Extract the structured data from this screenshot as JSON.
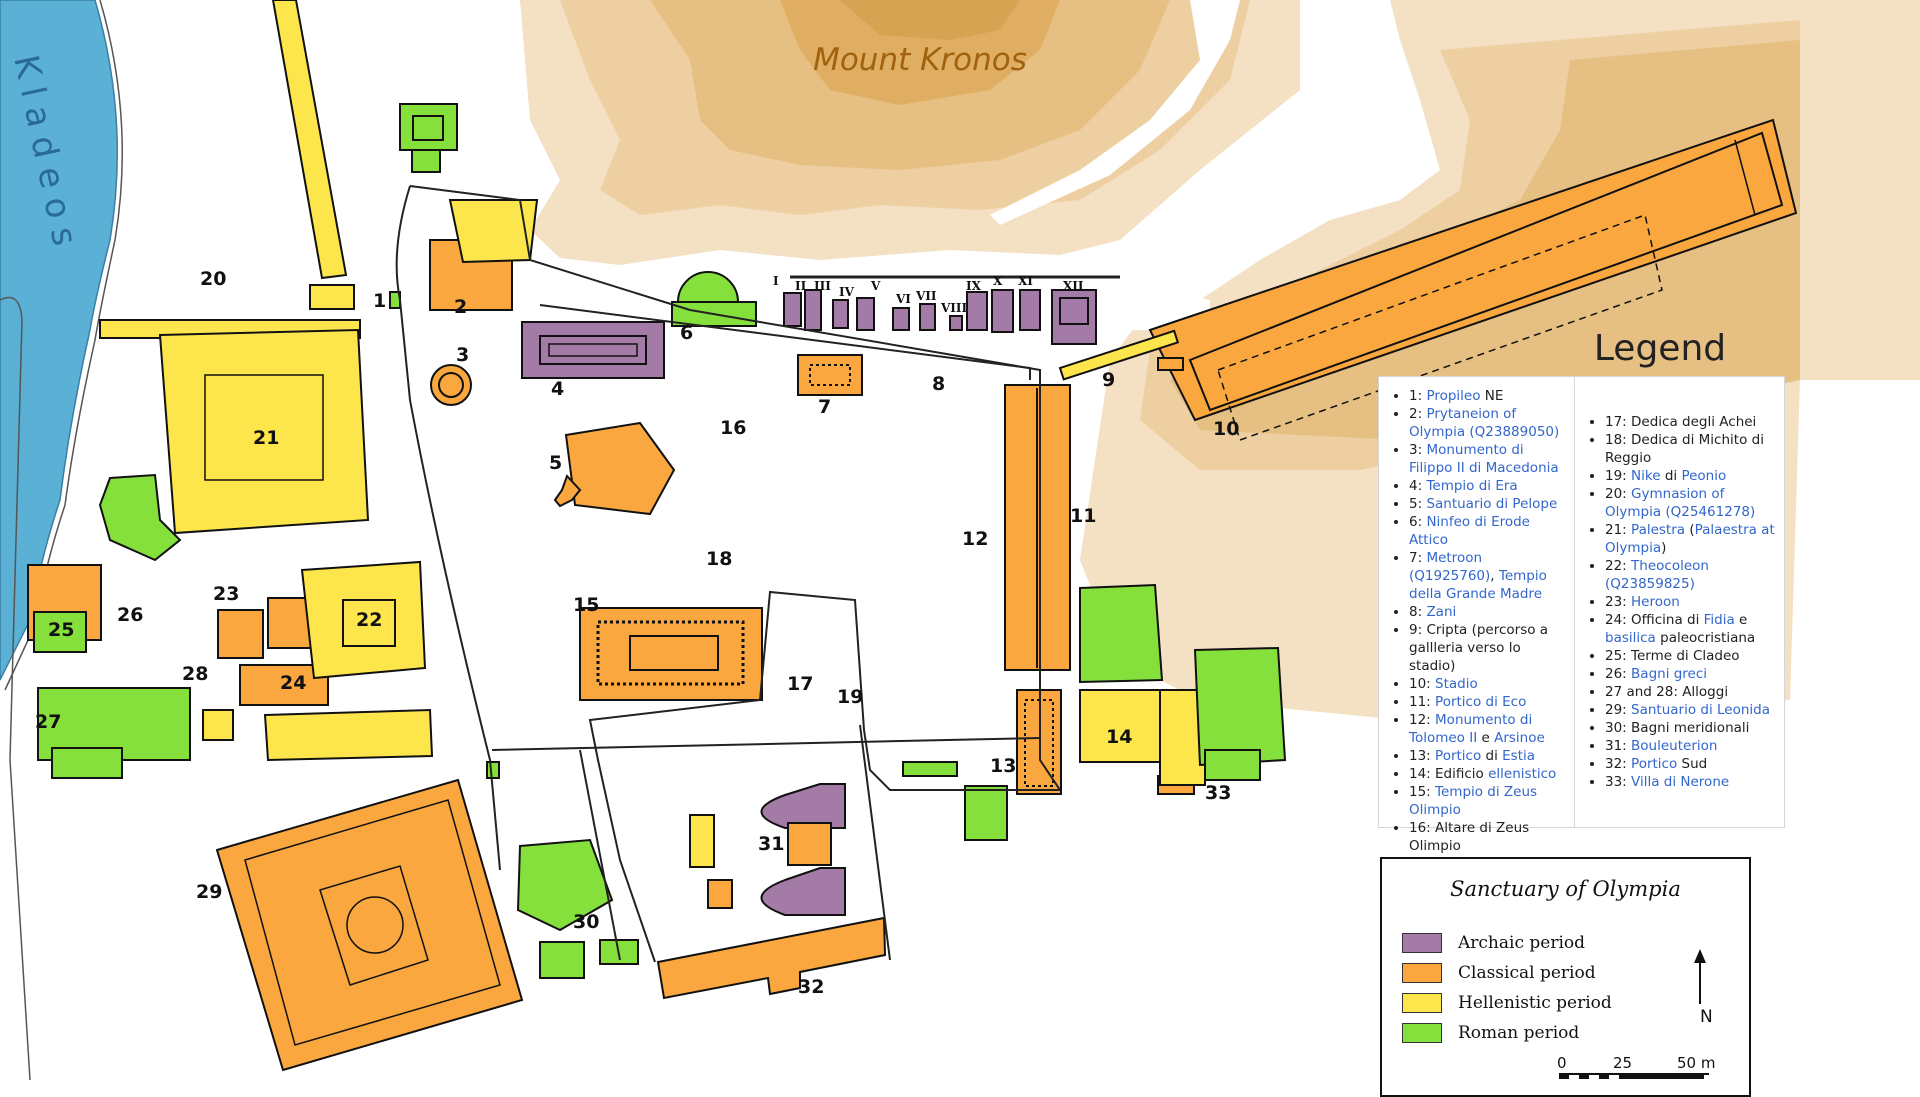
{
  "map": {
    "river_label": "Kladeos",
    "mountain_label": "Mount Kronos",
    "legend_heading": "Legend",
    "markers": [
      "1",
      "2",
      "3",
      "4",
      "5",
      "6",
      "7",
      "8",
      "9",
      "10",
      "11",
      "12",
      "13",
      "14",
      "15",
      "16",
      "17",
      "18",
      "19",
      "20",
      "21",
      "22",
      "23",
      "24",
      "25",
      "26",
      "27",
      "28",
      "29",
      "30",
      "31",
      "32",
      "33"
    ],
    "treasuries": [
      "I",
      "II",
      "III",
      "IV",
      "V",
      "VI",
      "VII",
      "VIII",
      "IX",
      "X",
      "XI",
      "XII"
    ]
  },
  "legend": {
    "col1": [
      {
        "num": "1: ",
        "parts": [
          {
            "t": "Propileo",
            "link": true
          },
          {
            "t": " NE",
            "link": false
          }
        ]
      },
      {
        "num": "2: ",
        "parts": [
          {
            "t": "Prytaneion of Olympia (Q23889050)",
            "link": true
          }
        ]
      },
      {
        "num": "3: ",
        "parts": [
          {
            "t": "Monumento di Filippo II di Macedonia",
            "link": true
          }
        ]
      },
      {
        "num": "4: ",
        "parts": [
          {
            "t": "Tempio di Era",
            "link": true
          }
        ]
      },
      {
        "num": "5: ",
        "parts": [
          {
            "t": "Santuario di Pelope",
            "link": true
          }
        ]
      },
      {
        "num": "6: ",
        "parts": [
          {
            "t": "Ninfeo di Erode Attico",
            "link": true
          }
        ]
      },
      {
        "num": "7: ",
        "parts": [
          {
            "t": "Metroon (Q1925760)",
            "link": true
          },
          {
            "t": ", ",
            "link": false
          },
          {
            "t": "Tempio della Grande Madre",
            "link": true
          }
        ]
      },
      {
        "num": "8: ",
        "parts": [
          {
            "t": "Zani",
            "link": true
          }
        ]
      },
      {
        "num": "9: ",
        "parts": [
          {
            "t": "Cripta (percorso a gallleria verso lo stadio)",
            "link": false
          }
        ]
      },
      {
        "num": "10: ",
        "parts": [
          {
            "t": "Stadio",
            "link": true
          }
        ]
      },
      {
        "num": "11: ",
        "parts": [
          {
            "t": "Portico di Eco",
            "link": true
          }
        ]
      },
      {
        "num": "12: ",
        "parts": [
          {
            "t": "Monumento di Tolomeo II",
            "link": true
          },
          {
            "t": " e ",
            "link": false
          },
          {
            "t": "Arsinoe",
            "link": true
          }
        ]
      },
      {
        "num": "13: ",
        "parts": [
          {
            "t": "Portico",
            "link": true
          },
          {
            "t": " di ",
            "link": false
          },
          {
            "t": "Estia",
            "link": true
          }
        ]
      },
      {
        "num": "14: ",
        "parts": [
          {
            "t": "Edificio ",
            "link": false
          },
          {
            "t": "ellenistico",
            "link": true
          }
        ]
      },
      {
        "num": "15: ",
        "parts": [
          {
            "t": "Tempio di Zeus Olimpio",
            "link": true
          }
        ]
      },
      {
        "num": "16: ",
        "parts": [
          {
            "t": "Altare di Zeus Olimpio",
            "link": false
          }
        ]
      }
    ],
    "col2": [
      {
        "num": "17: ",
        "parts": [
          {
            "t": "Dedica degli Achei",
            "link": false
          }
        ]
      },
      {
        "num": "18: ",
        "parts": [
          {
            "t": "Dedica di Michito di Reggio",
            "link": false
          }
        ]
      },
      {
        "num": "19: ",
        "parts": [
          {
            "t": "Nike",
            "link": true
          },
          {
            "t": " di ",
            "link": false
          },
          {
            "t": "Peonio",
            "link": true
          }
        ]
      },
      {
        "num": "20: ",
        "parts": [
          {
            "t": "Gymnasion of Olympia (Q25461278)",
            "link": true
          }
        ]
      },
      {
        "num": "21: ",
        "parts": [
          {
            "t": "Palestra",
            "link": true
          },
          {
            "t": " (",
            "link": false
          },
          {
            "t": "Palaestra at Olympia",
            "link": true
          },
          {
            "t": ")",
            "link": false
          }
        ]
      },
      {
        "num": "22: ",
        "parts": [
          {
            "t": "Theocoleon (Q23859825)",
            "link": true
          }
        ]
      },
      {
        "num": "23: ",
        "parts": [
          {
            "t": "Heroon",
            "link": true
          }
        ]
      },
      {
        "num": "24: ",
        "parts": [
          {
            "t": "Officina di ",
            "link": false
          },
          {
            "t": "Fidia",
            "link": true
          },
          {
            "t": " e ",
            "link": false
          },
          {
            "t": "basilica",
            "link": true
          },
          {
            "t": " paleocristiana",
            "link": false
          }
        ]
      },
      {
        "num": "25: ",
        "parts": [
          {
            "t": "Terme di Cladeo",
            "link": false
          }
        ]
      },
      {
        "num": "26: ",
        "parts": [
          {
            "t": "Bagni greci",
            "link": true
          }
        ]
      },
      {
        "num": "27 and 28: ",
        "parts": [
          {
            "t": "Alloggi",
            "link": false
          }
        ]
      },
      {
        "num": "29: ",
        "parts": [
          {
            "t": "Santuario di Leonida",
            "link": true
          }
        ]
      },
      {
        "num": "30: ",
        "parts": [
          {
            "t": "Bagni meridionali",
            "link": false
          }
        ]
      },
      {
        "num": "31: ",
        "parts": [
          {
            "t": "Bouleuterion",
            "link": true
          }
        ]
      },
      {
        "num": "32: ",
        "parts": [
          {
            "t": "Portico",
            "link": true
          },
          {
            "t": " Sud",
            "link": false
          }
        ]
      },
      {
        "num": "33: ",
        "parts": [
          {
            "t": "Villa di Nerone",
            "link": true
          }
        ]
      }
    ]
  },
  "key": {
    "title": "Sanctuary of Olympia",
    "periods": [
      {
        "label": "Archaic period",
        "color": "#a47ba6"
      },
      {
        "label": "Classical period",
        "color": "#f9a73e"
      },
      {
        "label": "Hellenistic period",
        "color": "#fde64b"
      },
      {
        "label": "Roman period",
        "color": "#86e03c"
      }
    ],
    "north_label": "N",
    "scale_ticks": [
      "0",
      "25",
      "50 m"
    ]
  },
  "colors": {
    "river": "#5bb0d6",
    "terrain": [
      "#f4e0c3",
      "#edcfa2",
      "#e6bf82",
      "#dfae63"
    ],
    "archaic": "#a47ba6",
    "classical": "#f9a73e",
    "hellenistic": "#fde64b",
    "roman": "#86e03c",
    "link": "#3366cc"
  }
}
